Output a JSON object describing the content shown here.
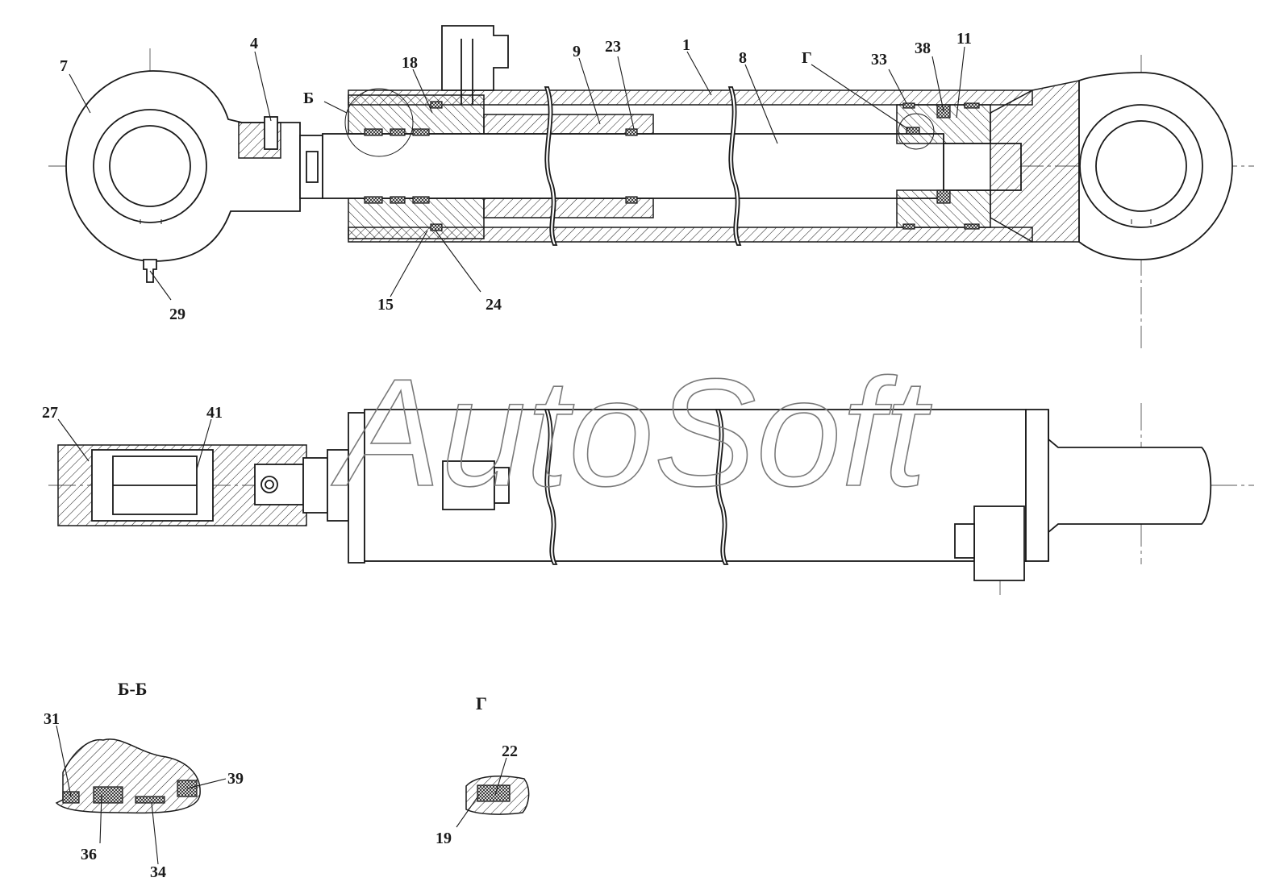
{
  "watermark": "AutoSoft",
  "section_labels": {
    "bb": "Б-Б",
    "g": "Г"
  },
  "callouts": {
    "c1": "1",
    "c4": "4",
    "c7": "7",
    "c8": "8",
    "c9": "9",
    "c11": "11",
    "c15": "15",
    "c18": "18",
    "c19": "19",
    "c22": "22",
    "c23": "23",
    "c24": "24",
    "c27": "27",
    "c29": "29",
    "c31": "31",
    "c33": "33",
    "c34": "34",
    "c36": "36",
    "c38": "38",
    "c39": "39",
    "c41": "41",
    "cB": "Б",
    "cG": "Г"
  }
}
